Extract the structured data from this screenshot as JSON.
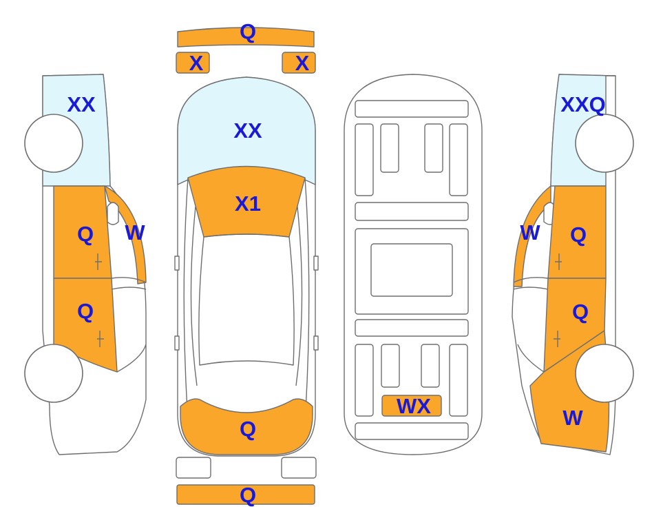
{
  "colors": {
    "damage": "#faa62b",
    "glass": "#dff6fd",
    "outline": "#6e6e6e",
    "label": "#1a1ad6",
    "background": "#ffffff"
  },
  "labels": {
    "front_bumper": "Q",
    "headlight_left": "X",
    "headlight_right": "X",
    "windshield": "XX",
    "hood": "X1",
    "trunk": "Q",
    "rear_bumper": "Q",
    "interior_center": "WX",
    "left_glass": "XX",
    "left_front_door": "Q",
    "left_mirror": "W",
    "left_rear_door": "Q",
    "right_glass": "XXQ",
    "right_mirror": "W",
    "right_front_door": "Q",
    "right_rear_door": "Q",
    "right_rear_quarter": "W"
  }
}
